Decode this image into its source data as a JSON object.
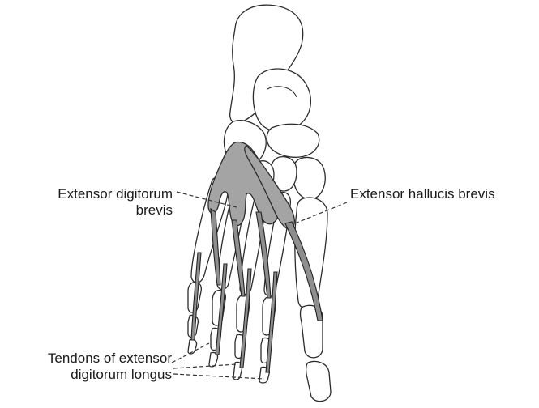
{
  "labels": {
    "extensor_digitorum_brevis": [
      "Extensor digitorum",
      "brevis"
    ],
    "extensor_hallucis_brevis": "Extensor hallucis brevis",
    "tendons_extensor_digitorum_longus": [
      "Tendons of extensor",
      "digitorum longus"
    ]
  },
  "colors": {
    "muscle": "#a4a4a4",
    "outline": "#2b2b2b",
    "background": "#ffffff"
  }
}
